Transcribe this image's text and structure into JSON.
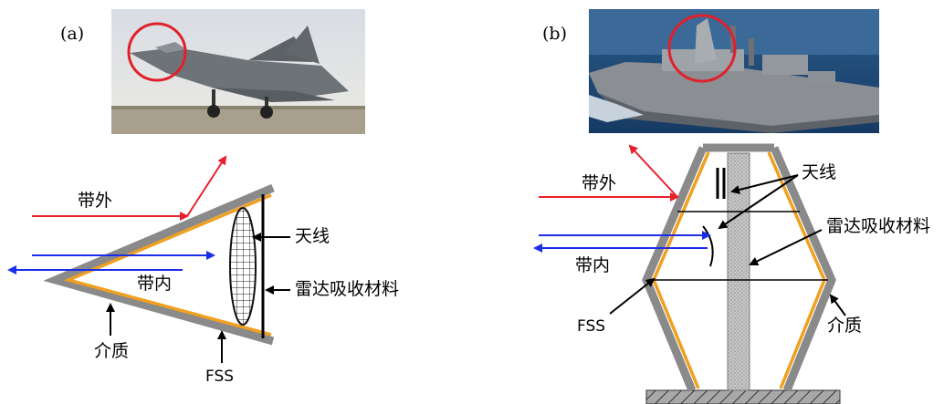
{
  "panel_a": {
    "label": "(a)",
    "photo": "fighter-jet-photo",
    "labels": {
      "out_of_band": "带外",
      "in_band": "带内",
      "antenna": "天线",
      "absorber": "雷达吸收材料",
      "dielectric": "介质",
      "fss": "FSS"
    }
  },
  "panel_b": {
    "label": "(b)",
    "photo": "warship-photo",
    "labels": {
      "out_of_band": "带外",
      "in_band": "带内",
      "antenna": "天线",
      "absorber": "雷达吸收材料",
      "dielectric": "介质",
      "fss": "FSS"
    }
  },
  "colors": {
    "fss_orange": "#f0a020",
    "dielectric_gray": "#8a8a8a",
    "arrow_red": "#e8202a",
    "arrow_blue": "#1a2ee8",
    "highlight_circle": "#e0202a"
  }
}
